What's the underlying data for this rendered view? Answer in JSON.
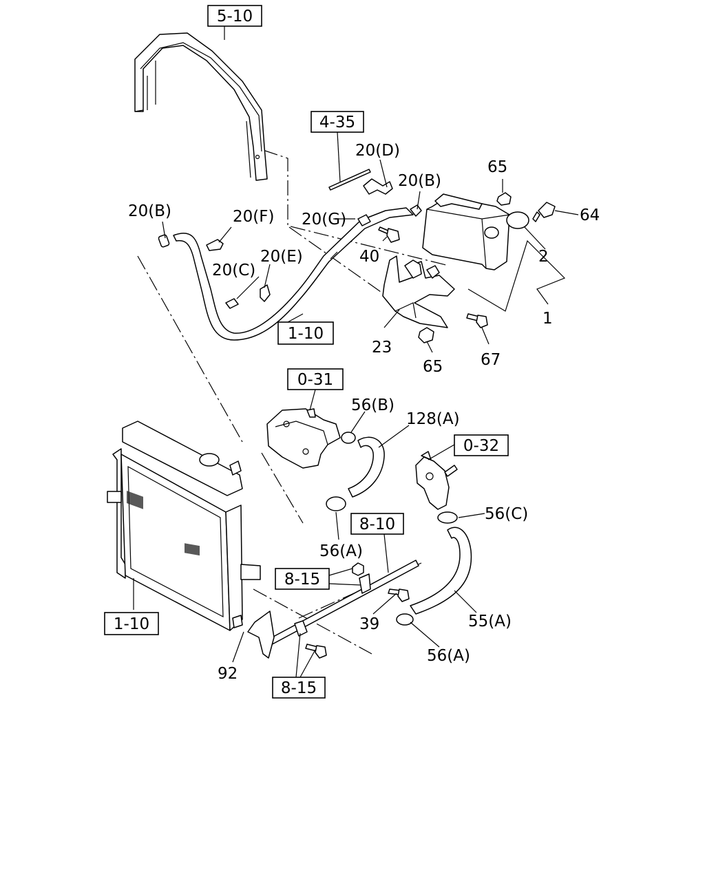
{
  "reference_boxes": {
    "guard_frame": "5-10",
    "rod_top": "4-35",
    "pipe_left_upper": "1-10",
    "water_outlet": "0-31",
    "thermostat_housing": "0-32",
    "bracket_pipe": "8-10",
    "bolt_group_upper": "8-15",
    "radiator": "1-10",
    "bolt_group_lower": "8-15"
  },
  "callouts": {
    "clip_20d": "20(D)",
    "clip_20b_right": "20(B)",
    "clip_20b_left": "20(B)",
    "clip_20f": "20(F)",
    "clip_20g": "20(G)",
    "clip_20c": "20(C)",
    "clip_20e": "20(E)",
    "nut_65_top": "65",
    "bolt_64": "64",
    "cap_2": "2",
    "tank_assembly_1": "1",
    "bolt_40": "40",
    "bracket_23": "23",
    "nut_65_bottom": "65",
    "bolt_67": "67",
    "clamp_56b": "56(B)",
    "hose_128a": "128(A)",
    "clamp_56c": "56(C)",
    "clamp_56a_upper": "56(A)",
    "bolt_39": "39",
    "hose_55a": "55(A)",
    "clamp_56a_lower": "56(A)",
    "bracket_92": "92"
  },
  "colors": {
    "line": "#000000",
    "background": "#ffffff"
  }
}
